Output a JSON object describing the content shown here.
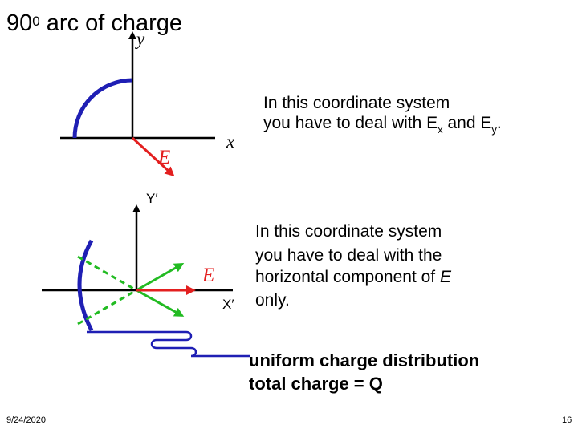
{
  "title": {
    "main": "90",
    "sup": "0",
    "rest": " arc of charge"
  },
  "top_diagram": {
    "y_label": "y",
    "x_label": "x",
    "e_label": "E"
  },
  "top_text": {
    "line1": "In this coordinate system",
    "line2_pre": "you have to deal with E",
    "sub_x": "x",
    "mid": " and E",
    "sub_y": "y",
    "end": "."
  },
  "bottom_diagram": {
    "y_label": "Y′",
    "x_label": "X′",
    "e_label": "E"
  },
  "bottom_text": {
    "line1": "In this coordinate system",
    "line2": "you have to deal with the",
    "line3_pre": "horizontal component of ",
    "line3_e": "E",
    "line4": "only."
  },
  "callout": {
    "line1": "uniform charge distribution",
    "line2": "total charge = Q"
  },
  "footer": {
    "date": "9/24/2020",
    "page": "16"
  },
  "colors": {
    "arc": "#1f1fb4",
    "field": "#e31f1f",
    "green": "#22bb22",
    "axis": "#000000"
  }
}
